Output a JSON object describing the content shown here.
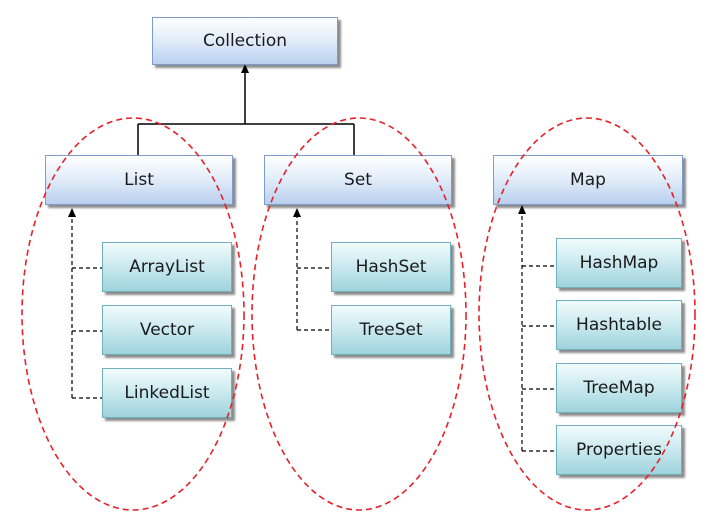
{
  "diagram": {
    "root": {
      "label": "Collection"
    },
    "groups": [
      {
        "key": "list",
        "label": "List",
        "children": [
          "ArrayList",
          "Vector",
          "LinkedList"
        ]
      },
      {
        "key": "set",
        "label": "Set",
        "children": [
          "HashSet",
          "TreeSet"
        ]
      },
      {
        "key": "map",
        "label": "Map",
        "children": [
          "HashMap",
          "Hashtable",
          "TreeMap",
          "Properties"
        ]
      }
    ],
    "colors": {
      "interface_fill": "#c6d9f1",
      "class_fill": "#b7e1e8",
      "connector_line": "#000000",
      "group_ellipse": "#e8202a"
    }
  }
}
